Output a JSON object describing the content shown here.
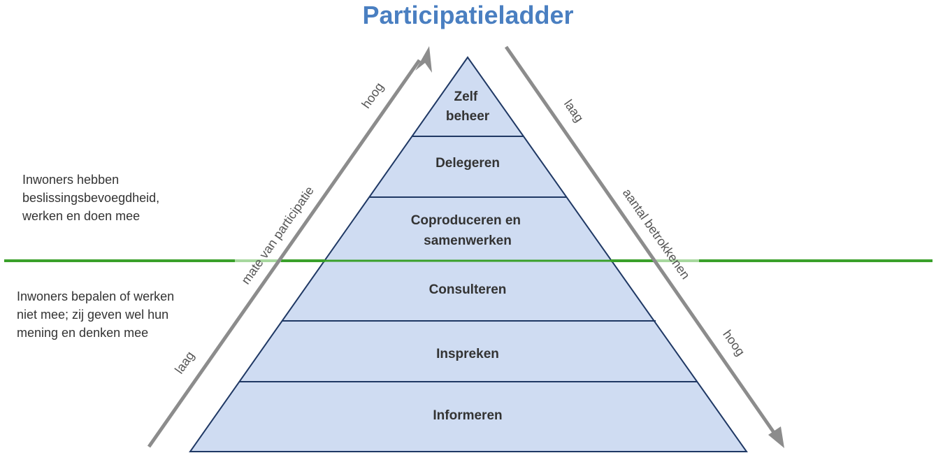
{
  "title": "Participatieladder",
  "levels": [
    {
      "lines": [
        "Zelf",
        "beheer"
      ]
    },
    {
      "lines": [
        "Delegeren"
      ]
    },
    {
      "lines": [
        "Coproduceren en",
        "samenwerken"
      ]
    },
    {
      "lines": [
        "Consulteren"
      ]
    },
    {
      "lines": [
        "Inspreken"
      ]
    },
    {
      "lines": [
        "Informeren"
      ]
    }
  ],
  "left_arrow": {
    "start_label": "laag",
    "middle_label": "mate van participatie",
    "end_label": "hoog"
  },
  "right_arrow": {
    "start_label": "laag",
    "middle_label": "aantal betrokkenen",
    "end_label": "hoog"
  },
  "notes": {
    "above_line": "Inwoners hebben\nbeslissingsbevoegdheid,\nwerken en doen mee",
    "below_line": "Inwoners bepalen of werken\nniet mee; zij geven wel hun\nmening en denken mee"
  },
  "colors": {
    "title": "#4a7fc1",
    "pyramid_fill": "#cfdcf2",
    "pyramid_stroke": "#1f3864",
    "divider_line": "#3aa02a",
    "arrow": "#8c8c8c"
  }
}
